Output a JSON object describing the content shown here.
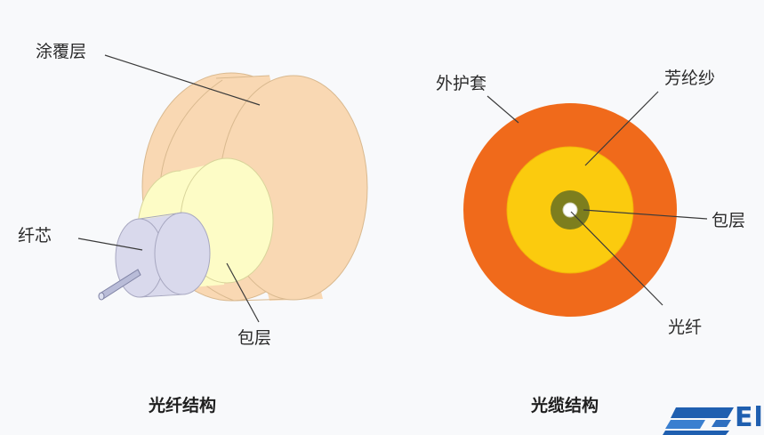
{
  "fiber_structure": {
    "caption": "光纤结构",
    "labels": {
      "coating": "涂覆层",
      "core": "纤芯",
      "cladding": "包层"
    },
    "colors": {
      "coating": "#f9d8b3",
      "cladding": "#fdfcc6",
      "core": "#d9d9ec"
    }
  },
  "cable_structure": {
    "caption": "光缆结构",
    "labels": {
      "outer_jacket": "外护套",
      "aramid_yarn": "芳纶纱",
      "cladding": "包层",
      "fiber": "光纤"
    },
    "colors": {
      "outer_jacket": "#f06a1b",
      "aramid_yarn": "#fbcb0e",
      "cladding": "#7d7e1e",
      "fiber": "#ffffff"
    }
  },
  "watermark": {
    "text": "El",
    "icon": "brand-logo-icon"
  }
}
